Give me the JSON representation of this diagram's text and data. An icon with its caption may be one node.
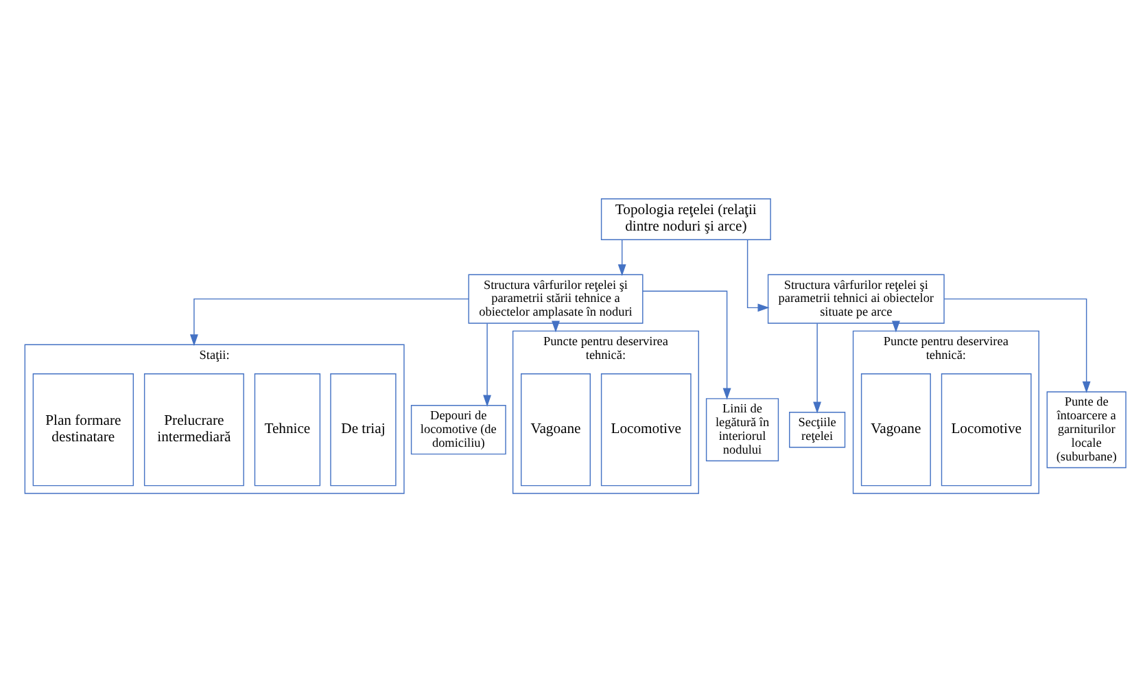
{
  "diagram": {
    "nodes": [
      {
        "text": [
          "Topologia reţelei (relaţii dintre noduri şi arce)"
        ]
      },
      {
        "text": [
          "Structura vârfurilor reţelei şi parametrii stării tehnice a obiectelor amplasate în noduri"
        ]
      },
      {
        "text": [
          "Structura vârfurilor reţelei şi parametrii tehnici ai obiectelor situate pe arce"
        ]
      },
      {
        "text": [
          "Staţii:"
        ]
      },
      {
        "text": [
          "De triaj"
        ],
        "in": 3
      },
      {
        "text": [
          "Tehnice"
        ],
        "in": 3
      },
      {
        "text": [
          "Prelucrare intermediară"
        ],
        "in": 3
      },
      {
        "text": [
          "Plan formare destinatare"
        ],
        "in": 3
      },
      {
        "text": [
          "Depouri de locomotive (de domiciliu)"
        ]
      },
      {
        "text": [
          "Puncte pentru deservirea tehnică:"
        ]
      },
      {
        "text": [
          "Locomotive"
        ],
        "in": 9
      },
      {
        "text": [
          "Vagoane"
        ],
        "in": 9
      },
      {
        "text": [
          "Linii de legătură în interiorul nodului"
        ]
      },
      {
        "text": [
          "Secţiile reţelei"
        ]
      },
      {
        "text": [
          "Puncte pentru deservirea tehnică:"
        ]
      },
      {
        "text": [
          "Locomotive"
        ],
        "in": 14
      },
      {
        "text": [
          "Vagoane"
        ],
        "in": 14
      },
      {
        "text": [
          "Punte de întoarcere a garniturilor locale (suburbane)"
        ]
      }
    ],
    "edges": [
      {
        "from": 0,
        "to": 1,
        "arrow": "to"
      },
      {
        "from": 0,
        "to": 2,
        "arrow": "to"
      },
      {
        "from": 1,
        "to": 3,
        "arrow": "to"
      },
      {
        "from": 1,
        "to": 8,
        "arrow": "to"
      },
      {
        "from": 1,
        "to": 9,
        "arrow": "to"
      },
      {
        "from": 1,
        "to": 12,
        "arrow": "to"
      },
      {
        "from": 2,
        "to": 13,
        "arrow": "to"
      },
      {
        "from": 2,
        "to": 14,
        "arrow": "to"
      },
      {
        "from": 2,
        "to": 17,
        "arrow": "to"
      }
    ]
  }
}
